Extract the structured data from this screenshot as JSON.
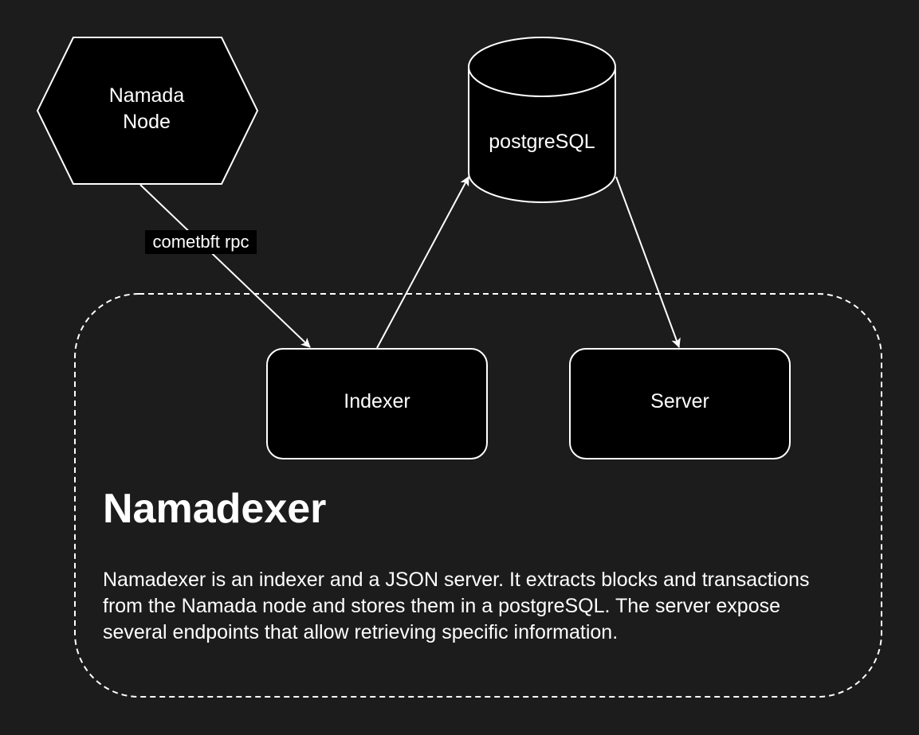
{
  "nodes": {
    "namada_node": {
      "line1": "Namada",
      "line2": "Node"
    },
    "postgres": {
      "label": "postgreSQL"
    },
    "indexer": {
      "label": "Indexer"
    },
    "server": {
      "label": "Server"
    }
  },
  "edges": {
    "node_to_indexer": {
      "label": "cometbft rpc"
    }
  },
  "group": {
    "title": "Namadexer",
    "description": "Namadexer is an indexer and a JSON server. It extracts blocks and transactions from the Namada node and stores them in a postgreSQL. The server expose several endpoints that allow retrieving specific information."
  },
  "colors": {
    "background": "#1c1c1c",
    "shape_fill": "#000000",
    "stroke": "#ffffff"
  }
}
